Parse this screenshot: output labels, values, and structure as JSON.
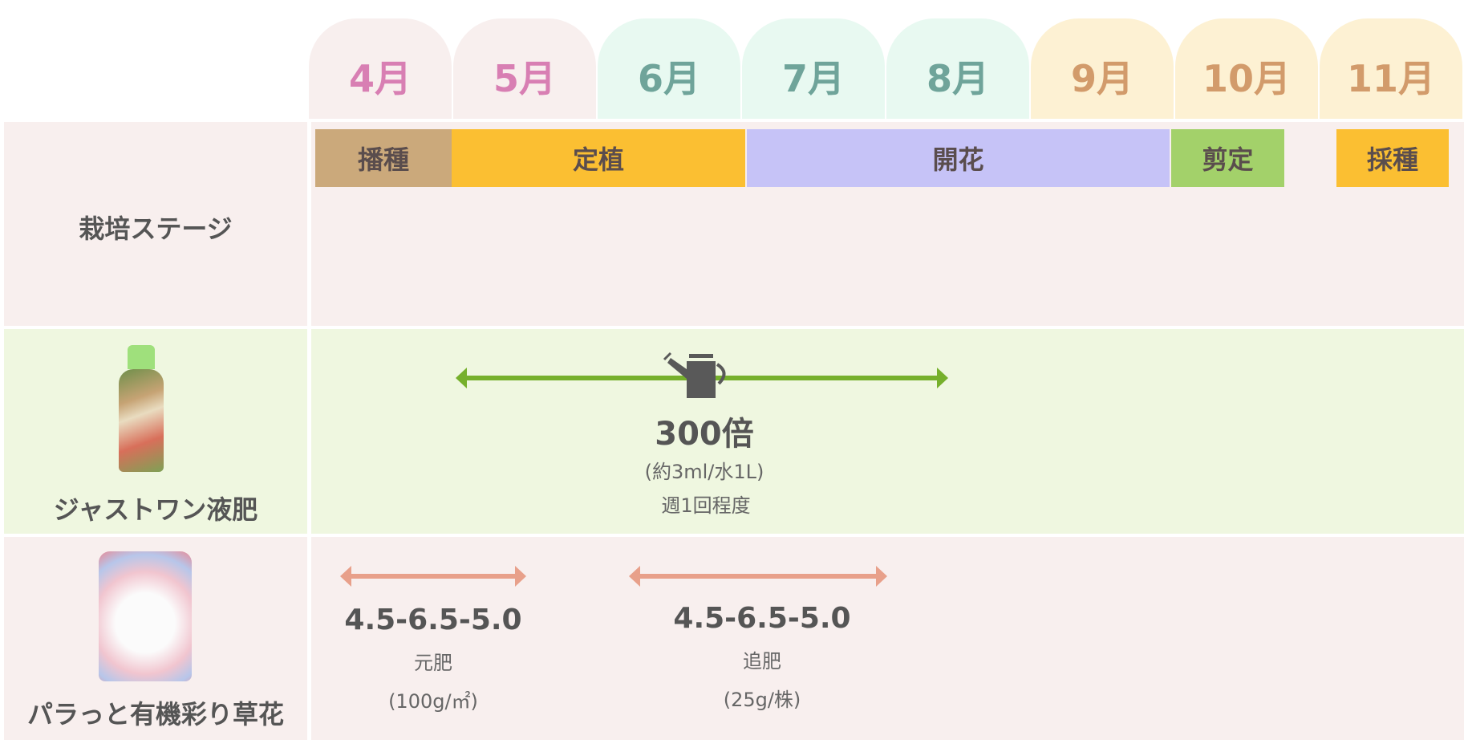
{
  "months": [
    {
      "label": "4月",
      "bg": "#f8efee",
      "color": "#d87fb3"
    },
    {
      "label": "5月",
      "bg": "#f8efee",
      "color": "#d87fb3"
    },
    {
      "label": "6月",
      "bg": "#e8f9f1",
      "color": "#6fa49a"
    },
    {
      "label": "7月",
      "bg": "#e8f9f1",
      "color": "#6fa49a"
    },
    {
      "label": "8月",
      "bg": "#e8f9f1",
      "color": "#6fa49a"
    },
    {
      "label": "9月",
      "bg": "#fdf1d3",
      "color": "#d29b6b"
    },
    {
      "label": "10月",
      "bg": "#fdf1d3",
      "color": "#d29b6b"
    },
    {
      "label": "11月",
      "bg": "#fdf1d3",
      "color": "#d29b6b"
    }
  ],
  "stage_row": {
    "label": "栽培ステージ",
    "stages": [
      {
        "label": "播種",
        "color": "#cba97b"
      },
      {
        "label": "定植",
        "color": "#fbbf32"
      },
      {
        "label": "開花",
        "color": "#c6c3f7"
      },
      {
        "label": "剪定",
        "color": "#a3d16a"
      },
      {
        "label": "採種",
        "color": "#fbbf32"
      }
    ]
  },
  "liquid_row": {
    "label": "ジャストワン液肥",
    "icon": "watering-can-icon",
    "ratio": "300倍",
    "amount": "(約3ml/水1L)",
    "frequency": "週1回程度",
    "arrow_color": "#76b02c"
  },
  "solid_row": {
    "label": "パラっと有機彩り草花",
    "arrow_color": "#e8a08a",
    "items": [
      {
        "npk": "4.5-6.5-5.0",
        "type": "元肥",
        "amount": "(100g/㎡)"
      },
      {
        "npk": "4.5-6.5-5.0",
        "type": "追肥",
        "amount": "(25g/株)"
      }
    ]
  }
}
